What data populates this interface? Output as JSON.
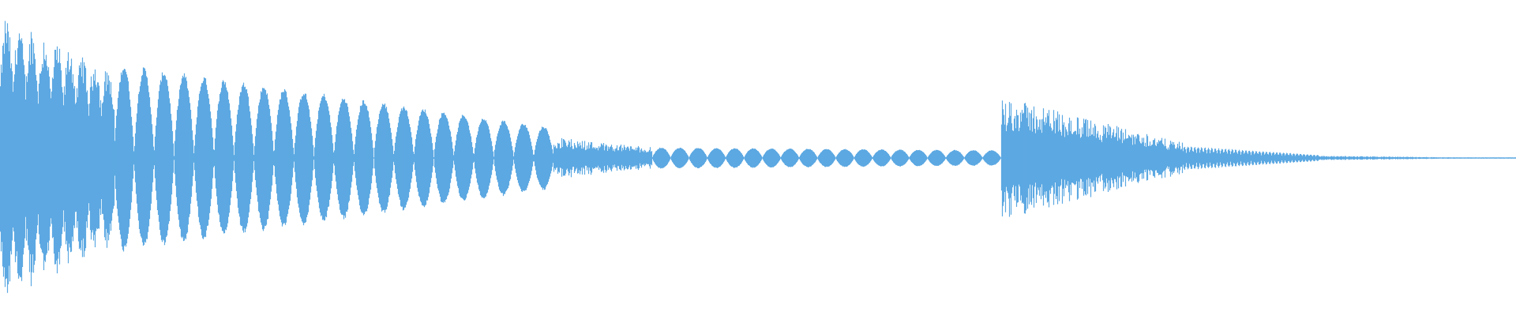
{
  "waveform": {
    "color": "#5DA9E2",
    "background": "#FFFFFF",
    "duration_normalized": 1.0,
    "peak_amplitude": 1.0,
    "segments": [
      {
        "start": 0.0,
        "end": 0.075,
        "shape": "burst",
        "amp_start": 0.98,
        "amp_end": 0.6
      },
      {
        "start": 0.075,
        "end": 0.365,
        "shape": "beat-lobes",
        "amp_start": 0.62,
        "amp_end": 0.2,
        "lobes": 22
      },
      {
        "start": 0.365,
        "end": 0.43,
        "shape": "noise",
        "amp_start": 0.14,
        "amp_end": 0.07
      },
      {
        "start": 0.43,
        "end": 0.66,
        "shape": "beat-lobes",
        "amp_start": 0.07,
        "amp_end": 0.05,
        "lobes": 19
      },
      {
        "start": 0.66,
        "end": 0.78,
        "shape": "noise",
        "amp_start": 0.42,
        "amp_end": 0.1
      },
      {
        "start": 0.78,
        "end": 0.87,
        "shape": "fine-oscillation",
        "amp_start": 0.08,
        "amp_end": 0.02
      },
      {
        "start": 0.87,
        "end": 1.0,
        "shape": "tail",
        "amp_start": 0.015,
        "amp_end": 0.0
      }
    ]
  }
}
